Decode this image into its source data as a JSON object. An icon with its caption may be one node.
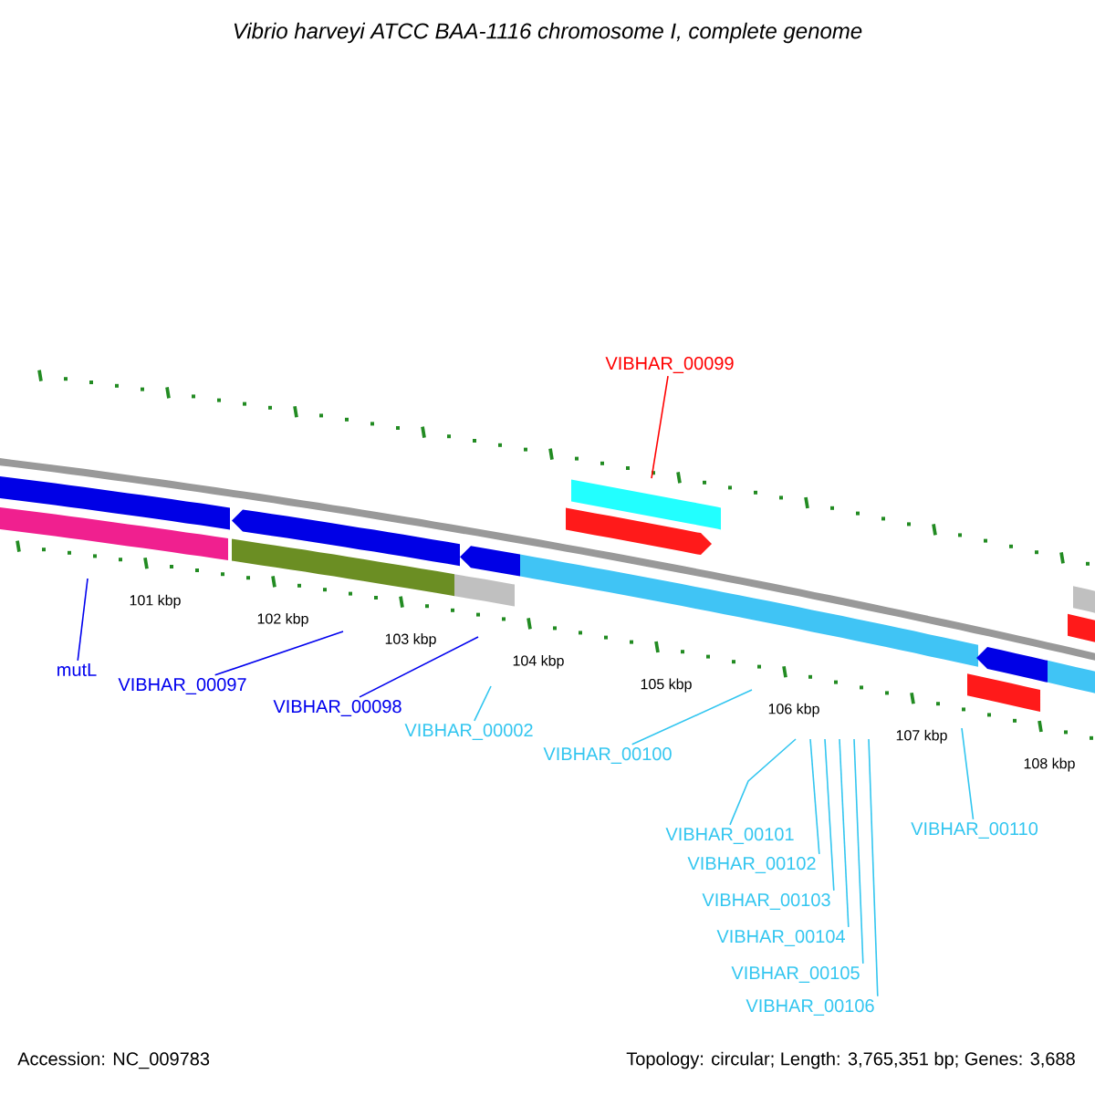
{
  "diagram": {
    "title": "Vibrio harveyi ATCC BAA-1116 chromosome I, complete genome",
    "nodes": [
      {
        "text": [
          "VIBHAR_00099"
        ]
      },
      {
        "text": [
          "mutL"
        ]
      },
      {
        "text": [
          "VIBHAR_00097"
        ]
      },
      {
        "text": [
          "VIBHAR_00098"
        ]
      },
      {
        "text": [
          "VIBHAR_00002"
        ]
      },
      {
        "text": [
          "VIBHAR_00100"
        ]
      },
      {
        "text": [
          "VIBHAR_00101"
        ]
      },
      {
        "text": [
          "VIBHAR_00102"
        ]
      },
      {
        "text": [
          "VIBHAR_00103"
        ]
      },
      {
        "text": [
          "VIBHAR_00104"
        ]
      },
      {
        "text": [
          "VIBHAR_00105"
        ]
      },
      {
        "text": [
          "VIBHAR_00106"
        ]
      },
      {
        "text": [
          "VIBHAR_00110"
        ]
      }
    ],
    "edges": [
      {
        "from": 0,
        "to": null,
        "arrow": "none",
        "color": "#ff0000"
      },
      {
        "from": 1,
        "to": null,
        "arrow": "none",
        "color": "#0000ee"
      },
      {
        "from": 2,
        "to": null,
        "arrow": "none",
        "color": "#0000ee"
      },
      {
        "from": 3,
        "to": null,
        "arrow": "none",
        "color": "#0000ee"
      },
      {
        "from": 4,
        "to": null,
        "arrow": "none"
      },
      {
        "from": 5,
        "to": null,
        "arrow": "none"
      },
      {
        "from": 6,
        "to": null,
        "arrow": "none"
      },
      {
        "from": 7,
        "to": null,
        "arrow": "none"
      },
      {
        "from": 8,
        "to": null,
        "arrow": "none"
      },
      {
        "from": 9,
        "to": null,
        "arrow": "none"
      },
      {
        "from": 10,
        "to": null,
        "arrow": "none"
      },
      {
        "from": 11,
        "to": null,
        "arrow": "none"
      },
      {
        "from": 12,
        "to": null,
        "arrow": "none"
      }
    ],
    "labels": [
      "101 kbp",
      "102 kbp",
      "103 kbp",
      "104 kbp",
      "105 kbp",
      "106 kbp",
      "107 kbp",
      "108 kbp",
      "Accession: NC_009783",
      "Topology: circular; Length: 3,765,351 bp; Genes: 3,688"
    ]
  }
}
